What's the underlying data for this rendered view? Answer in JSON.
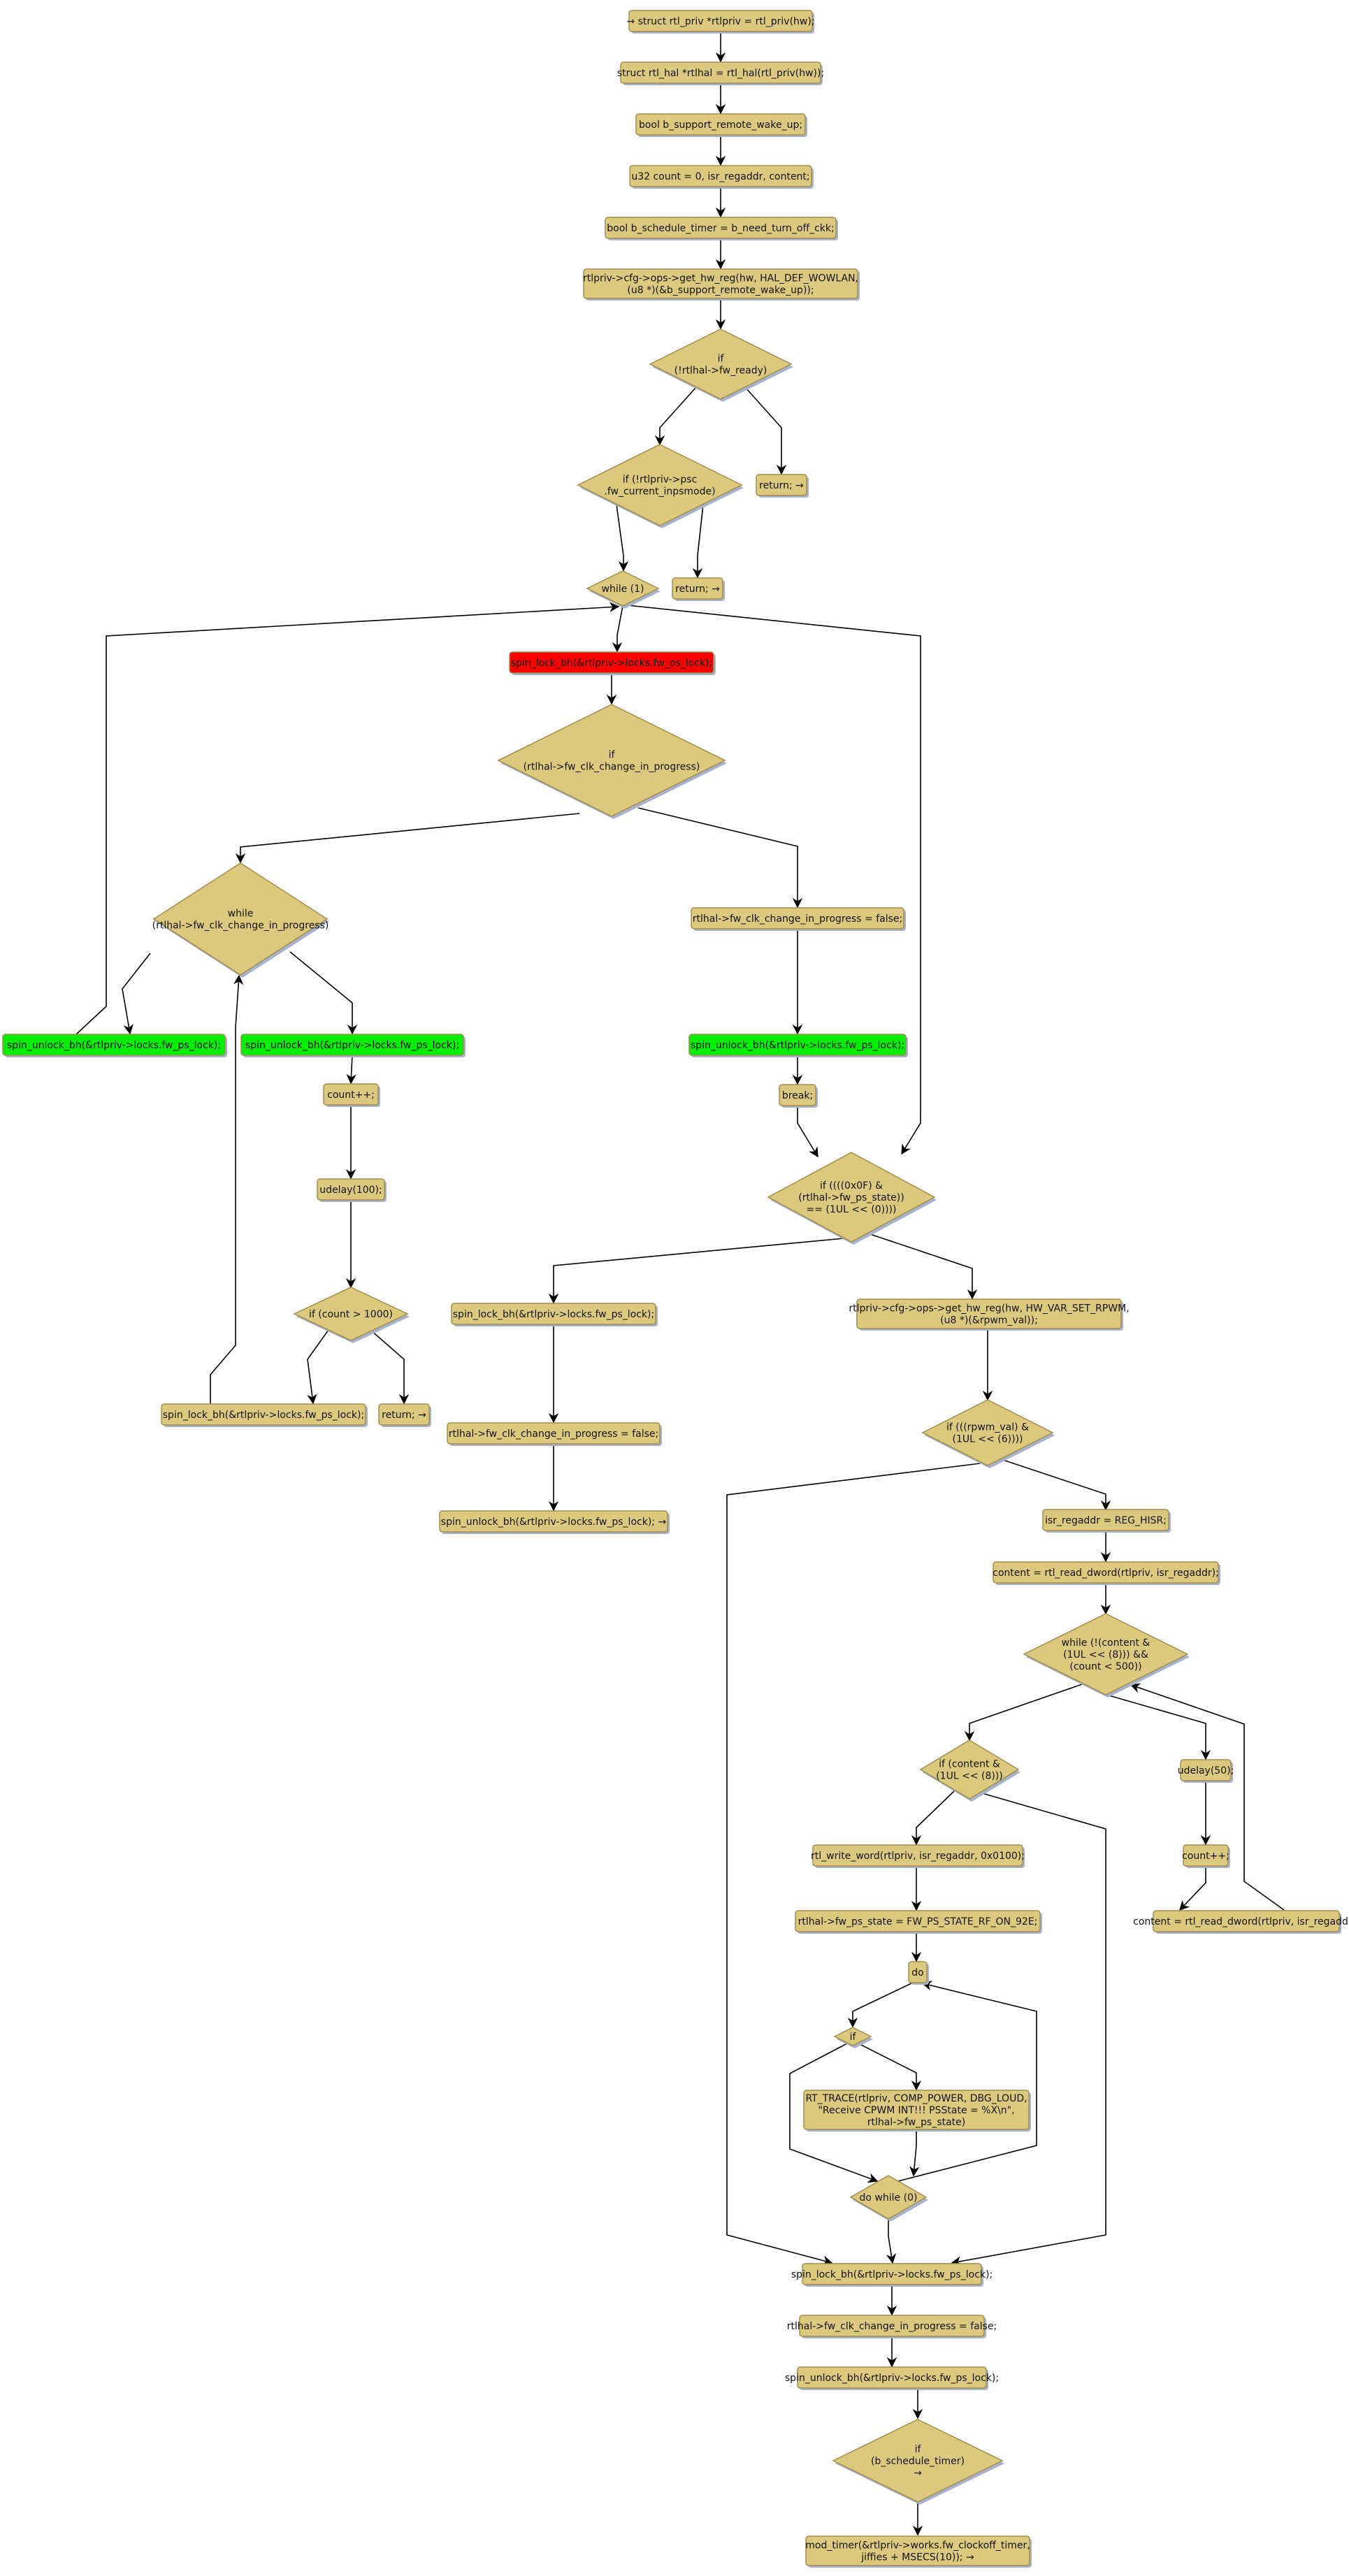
{
  "diagram": {
    "type": "flowchart",
    "colors": {
      "default_fill": "#dcc97e",
      "lock_fill": "#ff0000",
      "unlock_fill": "#00ee00",
      "border": "#a08d4e",
      "shadow": "#a7b3cc",
      "edge": "#000000"
    },
    "nodes": [
      {
        "id": "n1",
        "shape": "rect",
        "style": "default",
        "lines": [
          "→ struct rtl_priv *rtlpriv = rtl_priv(hw);"
        ]
      },
      {
        "id": "n2",
        "shape": "rect",
        "style": "default",
        "lines": [
          "struct rtl_hal *rtlhal = rtl_hal(rtl_priv(hw));"
        ]
      },
      {
        "id": "n3",
        "shape": "rect",
        "style": "default",
        "lines": [
          "bool b_support_remote_wake_up;"
        ]
      },
      {
        "id": "n4",
        "shape": "rect",
        "style": "default",
        "lines": [
          "u32 count = 0, isr_regaddr, content;"
        ]
      },
      {
        "id": "n5",
        "shape": "rect",
        "style": "default",
        "lines": [
          "bool b_schedule_timer = b_need_turn_off_ckk;"
        ]
      },
      {
        "id": "n6",
        "shape": "rect",
        "style": "default",
        "lines": [
          "rtlpriv->cfg->ops->get_hw_reg(hw, HAL_DEF_WOWLAN,",
          "(u8 *)(&b_support_remote_wake_up));"
        ]
      },
      {
        "id": "d1",
        "shape": "diamond",
        "style": "default",
        "lines": [
          "if",
          "(!rtlhal->fw_ready)"
        ]
      },
      {
        "id": "d2",
        "shape": "diamond",
        "style": "default",
        "lines": [
          "if (!rtlpriv->psc",
          ".fw_current_inpsmode)"
        ]
      },
      {
        "id": "r1",
        "shape": "rect",
        "style": "default",
        "lines": [
          "return; →"
        ]
      },
      {
        "id": "w1",
        "shape": "diamond",
        "style": "default",
        "lines": [
          "while (1)"
        ]
      },
      {
        "id": "r2",
        "shape": "rect",
        "style": "default",
        "lines": [
          "return; →"
        ]
      },
      {
        "id": "lock1",
        "shape": "rect",
        "style": "lock",
        "lines": [
          "spin_lock_bh(&rtlpriv->locks.fw_ps_lock);"
        ]
      },
      {
        "id": "d3",
        "shape": "diamond",
        "style": "default",
        "lines": [
          "if",
          "(rtlhal->fw_clk_change_in_progress)"
        ]
      },
      {
        "id": "w2",
        "shape": "diamond",
        "style": "default",
        "lines": [
          "while",
          "(rtlhal->fw_clk_change_in_progress)"
        ]
      },
      {
        "id": "s1",
        "shape": "rect",
        "style": "default",
        "lines": [
          "rtlhal->fw_clk_change_in_progress = false;"
        ]
      },
      {
        "id": "unlockA",
        "shape": "rect",
        "style": "unlock",
        "lines": [
          "spin_unlock_bh(&rtlpriv->locks.fw_ps_lock);"
        ]
      },
      {
        "id": "unlockB",
        "shape": "rect",
        "style": "unlock",
        "lines": [
          "spin_unlock_bh(&rtlpriv->locks.fw_ps_lock);"
        ]
      },
      {
        "id": "unlockC",
        "shape": "rect",
        "style": "unlock",
        "lines": [
          "spin_unlock_bh(&rtlpriv->locks.fw_ps_lock);"
        ]
      },
      {
        "id": "cnt1",
        "shape": "rect",
        "style": "default",
        "lines": [
          "count++;"
        ]
      },
      {
        "id": "brk",
        "shape": "rect",
        "style": "default",
        "lines": [
          "break;"
        ]
      },
      {
        "id": "ud100",
        "shape": "rect",
        "style": "default",
        "lines": [
          "udelay(100);"
        ]
      },
      {
        "id": "d4",
        "shape": "diamond",
        "style": "default",
        "lines": [
          "if ((((0x0F) &",
          "(rtlhal->fw_ps_state))",
          "== (1UL << (0))))"
        ]
      },
      {
        "id": "d5",
        "shape": "diamond",
        "style": "default",
        "lines": [
          "if (count > 1000)"
        ]
      },
      {
        "id": "lock2",
        "shape": "rect",
        "style": "default",
        "lines": [
          "spin_lock_bh(&rtlpriv->locks.fw_ps_lock);"
        ]
      },
      {
        "id": "r3",
        "shape": "rect",
        "style": "default",
        "lines": [
          "return; →"
        ]
      },
      {
        "id": "lock3",
        "shape": "rect",
        "style": "default",
        "lines": [
          "spin_lock_bh(&rtlpriv->locks.fw_ps_lock);"
        ]
      },
      {
        "id": "s2",
        "shape": "rect",
        "style": "default",
        "lines": [
          "rtlhal->fw_clk_change_in_progress = false;"
        ]
      },
      {
        "id": "unlock4",
        "shape": "rect",
        "style": "default",
        "lines": [
          "spin_unlock_bh(&rtlpriv->locks.fw_ps_lock); →"
        ]
      },
      {
        "id": "rpwm",
        "shape": "rect",
        "style": "default",
        "lines": [
          "rtlpriv->cfg->ops->get_hw_reg(hw, HW_VAR_SET_RPWM,",
          "(u8 *)(&rpwm_val));"
        ]
      },
      {
        "id": "d6",
        "shape": "diamond",
        "style": "default",
        "lines": [
          "if (((rpwm_val) &",
          "(1UL << (6))))"
        ]
      },
      {
        "id": "isr",
        "shape": "rect",
        "style": "default",
        "lines": [
          "isr_regaddr = REG_HISR;"
        ]
      },
      {
        "id": "rd1",
        "shape": "rect",
        "style": "default",
        "lines": [
          "content = rtl_read_dword(rtlpriv, isr_regaddr);"
        ]
      },
      {
        "id": "w3",
        "shape": "diamond",
        "style": "default",
        "lines": [
          "while (!(content &",
          "(1UL << (8))) &&",
          "(count < 500))"
        ]
      },
      {
        "id": "d7",
        "shape": "diamond",
        "style": "default",
        "lines": [
          "if (content &",
          "(1UL << (8)))"
        ]
      },
      {
        "id": "ud50",
        "shape": "rect",
        "style": "default",
        "lines": [
          "udelay(50);"
        ]
      },
      {
        "id": "cnt2",
        "shape": "rect",
        "style": "default",
        "lines": [
          "count++;"
        ]
      },
      {
        "id": "rd2",
        "shape": "rect",
        "style": "default",
        "lines": [
          "content = rtl_read_dword(rtlpriv, isr_regaddr);"
        ]
      },
      {
        "id": "ww",
        "shape": "rect",
        "style": "default",
        "lines": [
          "rtl_write_word(rtlpriv, isr_regaddr, 0x0100);"
        ]
      },
      {
        "id": "ps",
        "shape": "rect",
        "style": "default",
        "lines": [
          "rtlhal->fw_ps_state = FW_PS_STATE_RF_ON_92E;"
        ]
      },
      {
        "id": "do",
        "shape": "rect",
        "style": "default",
        "lines": [
          "do"
        ]
      },
      {
        "id": "dif",
        "shape": "diamond",
        "style": "default",
        "lines": [
          "if"
        ]
      },
      {
        "id": "trace",
        "shape": "rect",
        "style": "default",
        "lines": [
          "RT_TRACE(rtlpriv, COMP_POWER, DBG_LOUD,",
          "\"Receive CPWM INT!!! PSState = %X\\n\",",
          "rtlhal->fw_ps_state)"
        ]
      },
      {
        "id": "dw0",
        "shape": "diamond",
        "style": "default",
        "lines": [
          "do while (0)"
        ]
      },
      {
        "id": "lock5",
        "shape": "rect",
        "style": "default",
        "lines": [
          "spin_lock_bh(&rtlpriv->locks.fw_ps_lock);"
        ]
      },
      {
        "id": "s3",
        "shape": "rect",
        "style": "default",
        "lines": [
          "rtlhal->fw_clk_change_in_progress = false;"
        ]
      },
      {
        "id": "unlock5",
        "shape": "rect",
        "style": "default",
        "lines": [
          "spin_unlock_bh(&rtlpriv->locks.fw_ps_lock);"
        ]
      },
      {
        "id": "d8",
        "shape": "diamond",
        "style": "default",
        "lines": [
          "if",
          "(b_schedule_timer)",
          "→"
        ]
      },
      {
        "id": "mod",
        "shape": "rect",
        "style": "default",
        "lines": [
          "mod_timer(&rtlpriv->works.fw_clockoff_timer,",
          "jiffies + MSECS(10)); →"
        ]
      }
    ],
    "edges": [
      {
        "from": "n1",
        "to": "n2"
      },
      {
        "from": "n2",
        "to": "n3"
      },
      {
        "from": "n3",
        "to": "n4"
      },
      {
        "from": "n4",
        "to": "n5"
      },
      {
        "from": "n5",
        "to": "n6"
      },
      {
        "from": "n6",
        "to": "d1"
      },
      {
        "from": "d1",
        "to": "d2"
      },
      {
        "from": "d1",
        "to": "r1"
      },
      {
        "from": "d2",
        "to": "w1"
      },
      {
        "from": "d2",
        "to": "r2"
      },
      {
        "from": "w1",
        "to": "lock1"
      },
      {
        "from": "w1",
        "to": "d4"
      },
      {
        "from": "lock1",
        "to": "d3"
      },
      {
        "from": "d3",
        "to": "w2"
      },
      {
        "from": "d3",
        "to": "s1"
      },
      {
        "from": "w2",
        "to": "unlockA"
      },
      {
        "from": "w2",
        "to": "unlockB"
      },
      {
        "from": "unlockA",
        "to": "w1"
      },
      {
        "from": "unlockB",
        "to": "cnt1"
      },
      {
        "from": "cnt1",
        "to": "ud100"
      },
      {
        "from": "ud100",
        "to": "d5"
      },
      {
        "from": "d5",
        "to": "lock2"
      },
      {
        "from": "d5",
        "to": "r3"
      },
      {
        "from": "lock2",
        "to": "w2"
      },
      {
        "from": "s1",
        "to": "unlockC"
      },
      {
        "from": "unlockC",
        "to": "brk"
      },
      {
        "from": "brk",
        "to": "d4"
      },
      {
        "from": "d4",
        "to": "lock3"
      },
      {
        "from": "d4",
        "to": "rpwm"
      },
      {
        "from": "lock3",
        "to": "s2"
      },
      {
        "from": "s2",
        "to": "unlock4"
      },
      {
        "from": "rpwm",
        "to": "d6"
      },
      {
        "from": "d6",
        "to": "isr"
      },
      {
        "from": "d6",
        "to": "lock5"
      },
      {
        "from": "isr",
        "to": "rd1"
      },
      {
        "from": "rd1",
        "to": "w3"
      },
      {
        "from": "w3",
        "to": "d7"
      },
      {
        "from": "w3",
        "to": "ud50"
      },
      {
        "from": "ud50",
        "to": "cnt2"
      },
      {
        "from": "cnt2",
        "to": "rd2"
      },
      {
        "from": "rd2",
        "to": "w3"
      },
      {
        "from": "d7",
        "to": "ww"
      },
      {
        "from": "d7",
        "to": "lock5"
      },
      {
        "from": "ww",
        "to": "ps"
      },
      {
        "from": "ps",
        "to": "do"
      },
      {
        "from": "do",
        "to": "dif"
      },
      {
        "from": "dif",
        "to": "trace"
      },
      {
        "from": "dif",
        "to": "dw0"
      },
      {
        "from": "trace",
        "to": "dw0"
      },
      {
        "from": "dw0",
        "to": "do"
      },
      {
        "from": "dw0",
        "to": "lock5"
      },
      {
        "from": "lock5",
        "to": "s3"
      },
      {
        "from": "s3",
        "to": "unlock5"
      },
      {
        "from": "unlock5",
        "to": "d8"
      },
      {
        "from": "d8",
        "to": "mod"
      }
    ]
  }
}
